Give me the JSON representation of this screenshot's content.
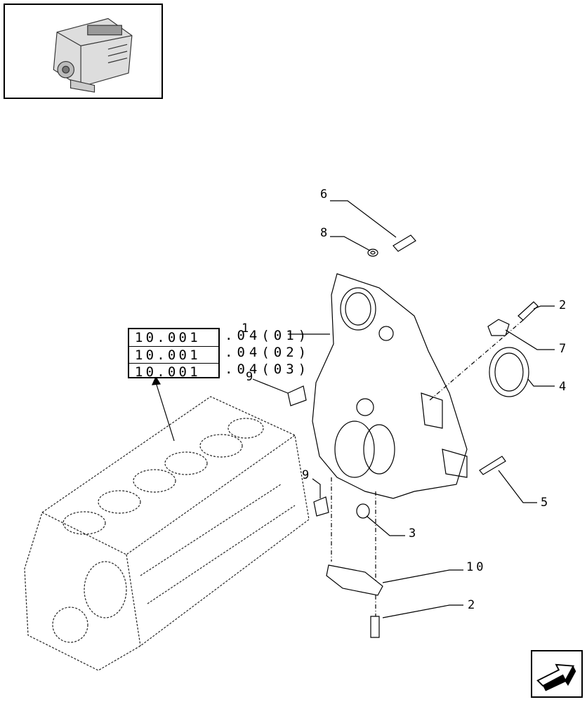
{
  "references": [
    {
      "prefix": "10.001",
      "suffix": ".04(01)"
    },
    {
      "prefix": "10.001",
      "suffix": ".04(02)"
    },
    {
      "prefix": "10.001",
      "suffix": ".04(03)"
    }
  ],
  "callouts": {
    "c1": "1",
    "c2a": "2",
    "c2b": "2",
    "c3": "3",
    "c4": "4",
    "c5": "5",
    "c6": "6",
    "c7": "7",
    "c8": "8",
    "c9a": "9",
    "c9b": "9",
    "c10": "10"
  },
  "icons": {
    "thumbnail": "engine-thumbnail-icon",
    "nav": "next-page-arrow-icon"
  }
}
